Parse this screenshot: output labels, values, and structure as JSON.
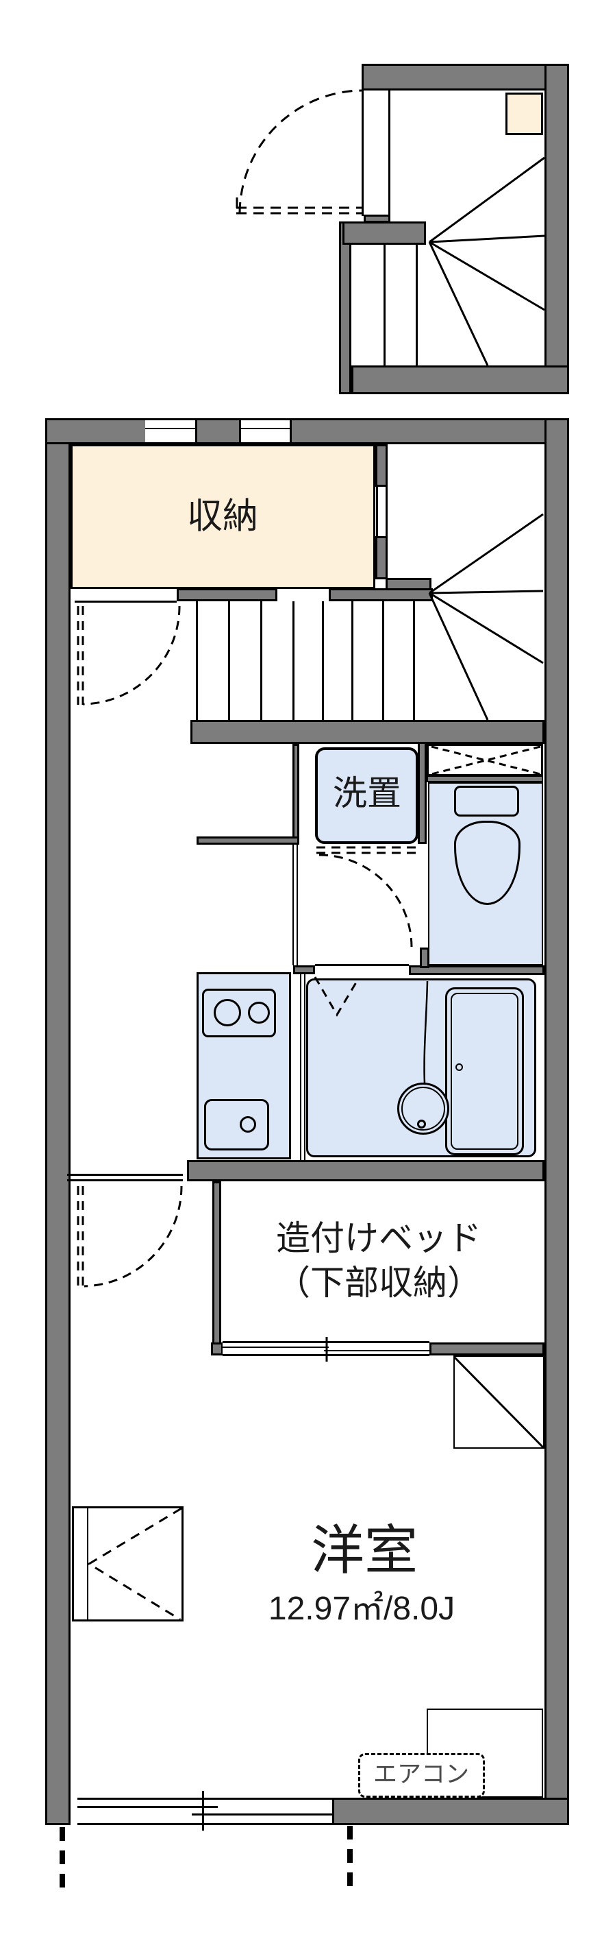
{
  "plan_title": "apartment floor plan",
  "labels": {
    "storage": "収納",
    "washer_space": "洗置",
    "bed_line1": "造付けベッド",
    "bed_line2": "（下部収納）",
    "main_room": "洋室",
    "main_room_area": "12.97㎡/8.0J",
    "aircon": "エアコン"
  },
  "colors": {
    "wall_gray": "#7d7d7d",
    "outline_black": "#000000",
    "storage_beige": "#fdf1dc",
    "water_blue": "#dbe7f7",
    "label_text": "#1a1a1a",
    "aircon_text": "#4a4a4a"
  }
}
